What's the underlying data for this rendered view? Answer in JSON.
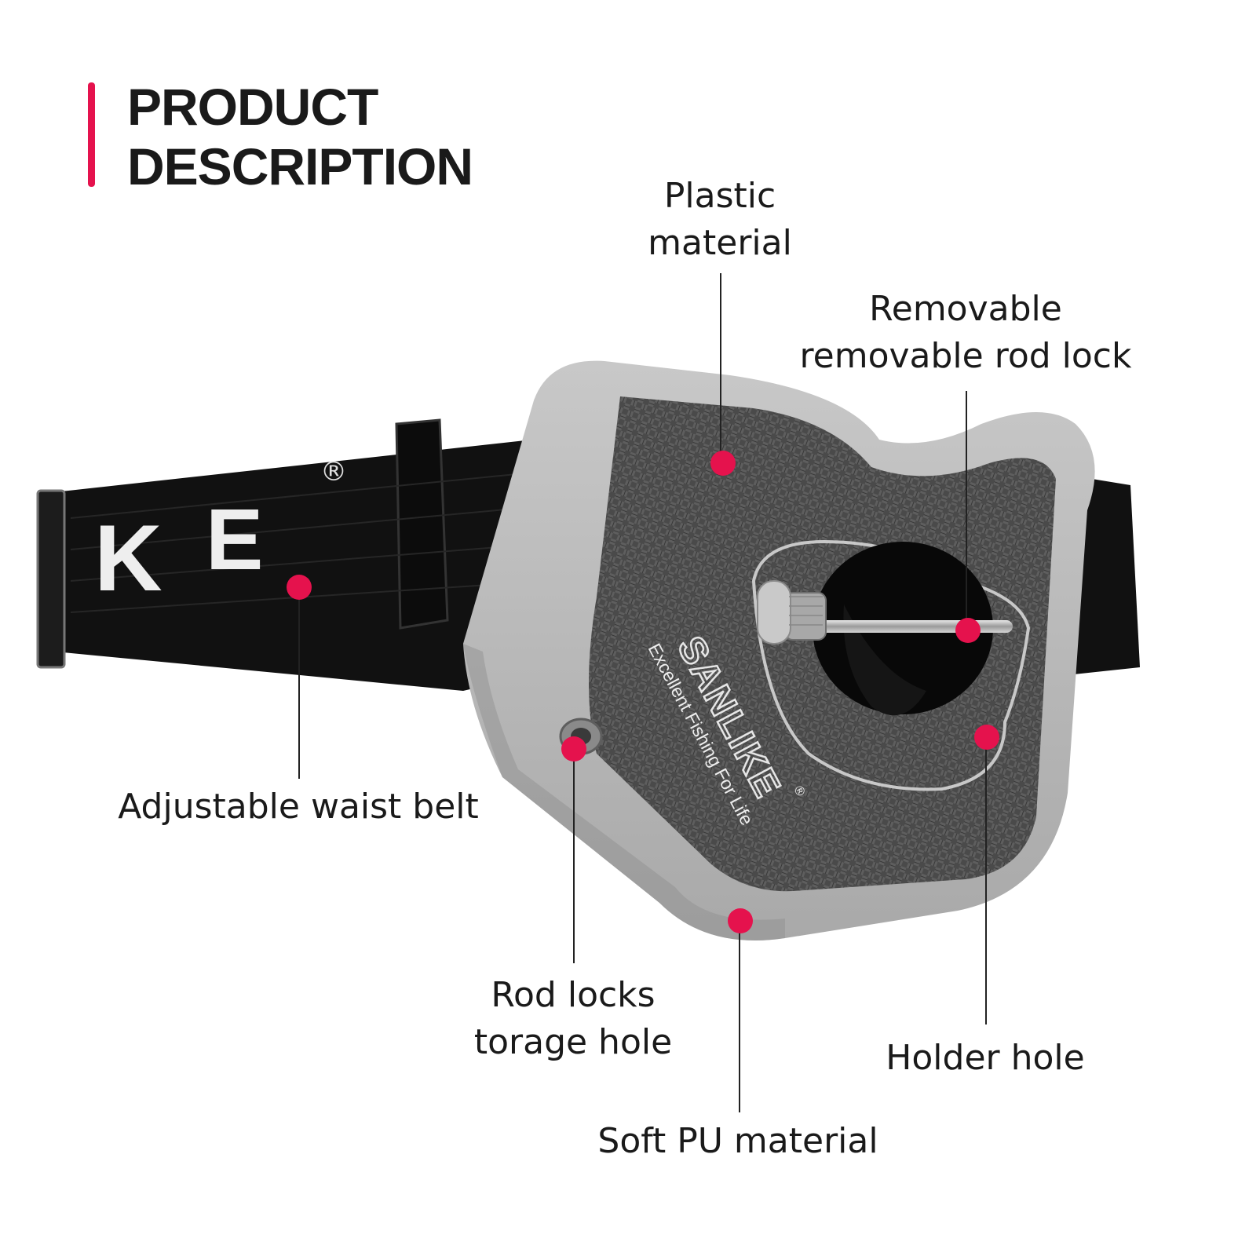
{
  "heading": {
    "line1": "PRODUCT",
    "line2": "DESCRIPTION"
  },
  "product": {
    "belt_letters": [
      "K",
      "E"
    ],
    "registered_mark": "®",
    "brand": "SANLIKE",
    "brand_registered_mark": "®",
    "slogan": "Excellent Fishing For Life"
  },
  "callouts": {
    "plastic_material": {
      "line1": "Plastic",
      "line2": "material"
    },
    "removable_rod_lock": {
      "line1": "Removable",
      "line2": "removable rod lock"
    },
    "waist_belt": {
      "line1": "Adjustable waist belt"
    },
    "storage_hole": {
      "line1": "Rod locks",
      "line2": "torage hole"
    },
    "holder_hole": {
      "line1": "Holder hole"
    },
    "pu_material": {
      "line1": "Soft PU material"
    }
  },
  "colors": {
    "accent": "#e5124d",
    "text": "#1a1a1a",
    "pad_gray": "#b9b9b9",
    "belt": "#111111",
    "carbon": "#4a4a4a"
  }
}
